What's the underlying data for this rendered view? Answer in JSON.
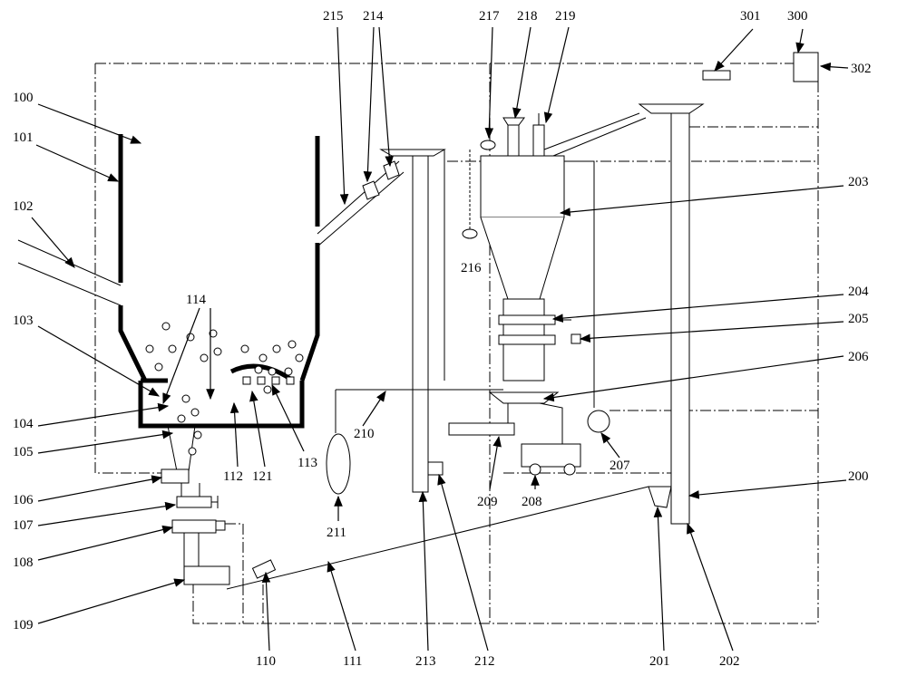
{
  "title": "Furnace slag processing system schematic",
  "labels": {
    "l100": "100",
    "l101": "101",
    "l102": "102",
    "l103": "103",
    "l104": "104",
    "l105": "105",
    "l106": "106",
    "l107": "107",
    "l108": "108",
    "l109": "109",
    "l110": "110",
    "l111": "111",
    "l112": "112",
    "l113": "113",
    "l114": "114",
    "l121": "121",
    "l200": "200",
    "l201": "201",
    "l202": "202",
    "l203": "203",
    "l204": "204",
    "l205": "205",
    "l206": "206",
    "l207": "207",
    "l208": "208",
    "l209": "209",
    "l210": "210",
    "l211": "211",
    "l212": "212",
    "l213": "213",
    "l214": "214",
    "l215": "215",
    "l216": "216",
    "l217": "217",
    "l218": "218",
    "l219": "219",
    "l300": "300",
    "l301": "301",
    "l302": "302"
  }
}
